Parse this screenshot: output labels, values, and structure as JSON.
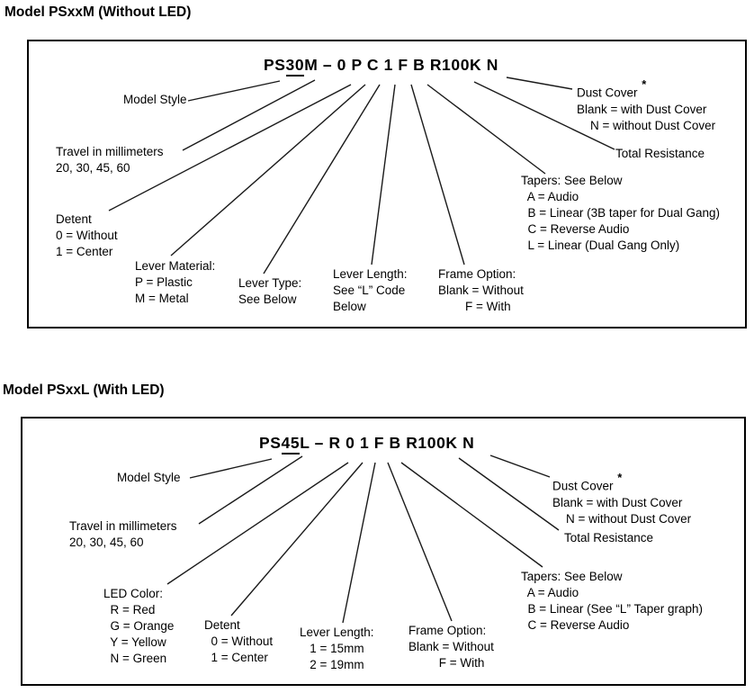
{
  "colors": {
    "text": "#000000",
    "line": "#1a1a1a",
    "background": "#ffffff"
  },
  "diagram1": {
    "title": "Model PSxxM (Without LED)",
    "part_number": {
      "prefix": "PS",
      "travel_code": "30",
      "suffix": "M – 0 P C 1 F B R100K N"
    },
    "labels": {
      "model_style": "Model Style",
      "travel": "Travel in millimeters\n20, 30, 45, 60",
      "detent": "Detent\n0 = Without\n1 = Center",
      "lever_material": "Lever Material:\nP = Plastic\nM = Metal",
      "lever_type": "Lever Type:\nSee Below",
      "lever_length": "Lever Length:\nSee “L” Code\nBelow",
      "frame_option": "Frame Option:\nBlank = Without\n        F = With",
      "tapers": "Tapers: See Below\n  A = Audio\n  B = Linear (3B taper for Dual Gang)\n  C = Reverse Audio\n  L = Linear (Dual Gang Only)",
      "total_resistance": "Total Resistance",
      "dust_cover_title": "Dust Cover ",
      "dust_cover_note_marker": "*",
      "dust_cover_options": "Blank = with Dust Cover\n    N = without Dust Cover"
    }
  },
  "diagram2": {
    "title": "Model PSxxL (With LED)",
    "part_number": {
      "prefix": "PS",
      "travel_code": "45",
      "suffix": "L – R 0 1 F B R100K N"
    },
    "labels": {
      "model_style": "Model Style",
      "travel": "Travel in millimeters\n20, 30, 45, 60",
      "led_color": "LED Color:\n  R = Red\n  G = Orange\n  Y = Yellow\n  N = Green",
      "detent": "Detent\n  0 = Without\n  1 = Center",
      "lever_length": "Lever Length:\n   1 = 15mm\n   2 = 19mm",
      "frame_option": "Frame Option:\nBlank = Without\n         F = With",
      "tapers": "Tapers: See Below\n  A = Audio\n  B = Linear (See “L” Taper graph)\n  C = Reverse Audio",
      "total_resistance": "Total Resistance",
      "dust_cover_title": "Dust Cover ",
      "dust_cover_note_marker": "*",
      "dust_cover_options": "Blank = with Dust Cover\n    N = without Dust Cover"
    }
  }
}
